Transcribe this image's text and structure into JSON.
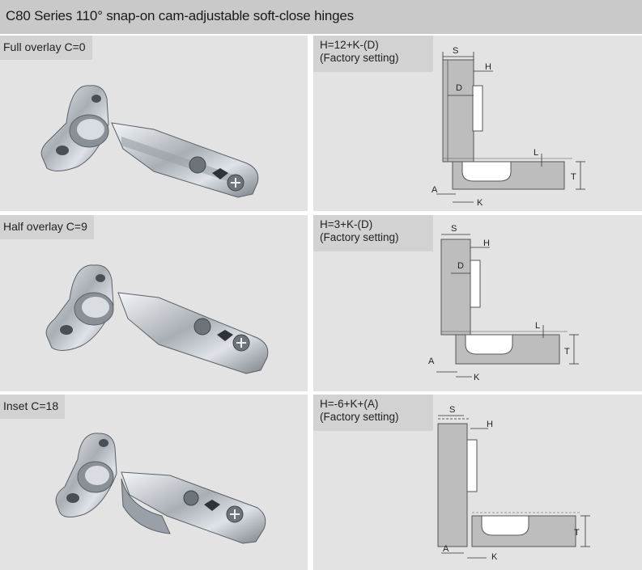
{
  "header": {
    "title": "C80 Series 110°  snap-on cam-adjustable soft-close hinges"
  },
  "rows": [
    {
      "overlay_label": "Full overlay C=0",
      "formula": "H=12+K-(D)",
      "setting": "(Factory setting)"
    },
    {
      "overlay_label": "Half overlay C=9",
      "formula": "H=3+K-(D)",
      "setting": "(Factory setting)"
    },
    {
      "overlay_label": "Inset C=18",
      "formula": "H=-6+K+(A)",
      "setting": "(Factory setting)"
    }
  ],
  "dimension_labels": {
    "s": "S",
    "h": "H",
    "d": "D",
    "l": "L",
    "t": "T",
    "a": "A",
    "k": "K"
  },
  "colors": {
    "title_bar": "#c9c9c9",
    "panel": "#e3e3e3",
    "tag": "#d2d2d2",
    "cabinet": "#bdbdbd",
    "metal": "#b8bcc2"
  }
}
